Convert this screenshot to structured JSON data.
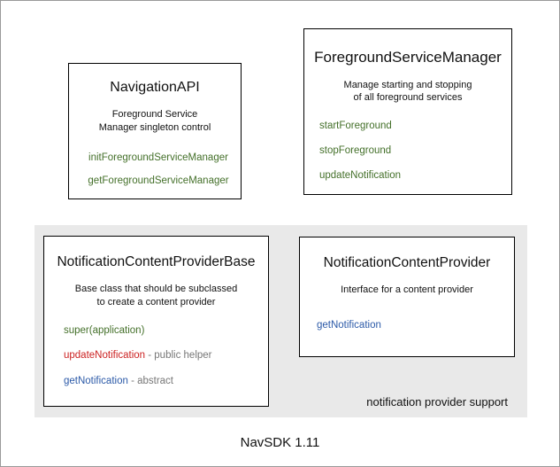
{
  "diagram": {
    "footer_label": "NavSDK 1.11",
    "colors": {
      "method_green": "#44702a",
      "method_red": "#cc2222",
      "method_blue": "#2c5aa8",
      "note_gray": "#777777",
      "panel_gray": "#e9e9e9",
      "box_border": "#000000",
      "frame_border": "#9a9a9a"
    }
  },
  "boxes": {
    "navigation_api": {
      "title": "NavigationAPI",
      "description": "Foreground Service\nManager singleton control",
      "members": [
        {
          "name": "initForegroundServiceManager",
          "note": "",
          "color": "green"
        },
        {
          "name": "getForegroundServiceManager",
          "note": "",
          "color": "green"
        }
      ]
    },
    "foreground_service_manager": {
      "title": "ForegroundServiceManager",
      "description": "Manage starting and stopping\nof all foreground services",
      "members": [
        {
          "name": "startForeground",
          "note": "",
          "color": "green"
        },
        {
          "name": "stopForeground",
          "note": "",
          "color": "green"
        },
        {
          "name": "updateNotification",
          "note": "",
          "color": "green"
        }
      ]
    },
    "notification_content_provider_base": {
      "title": "NotificationContentProviderBase",
      "description": "Base class that should be subclassed\nto create a content provider",
      "members": [
        {
          "name": "super(application)",
          "note": "",
          "color": "green"
        },
        {
          "name": "updateNotification",
          "note": " - public helper",
          "color": "red"
        },
        {
          "name": "getNotification",
          "note": " - abstract",
          "color": "blue"
        }
      ]
    },
    "notification_content_provider": {
      "title": "NotificationContentProvider",
      "description": "Interface for a content provider",
      "members": [
        {
          "name": "getNotification",
          "note": "",
          "color": "blue"
        }
      ]
    }
  },
  "panels": {
    "notification_provider_support": {
      "label": "notification provider support"
    }
  }
}
